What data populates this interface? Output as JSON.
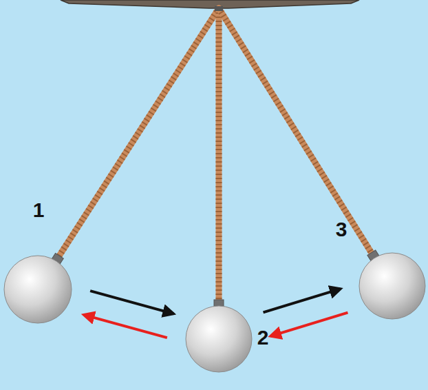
{
  "diagram": {
    "nodes": [
      {
        "text": [
          "1"
        ]
      },
      {
        "text": [
          "2"
        ]
      },
      {
        "text": [
          "3"
        ]
      }
    ],
    "edges": [
      {
        "from": 0,
        "to": 1,
        "arrow": "to"
      },
      {
        "from": 1,
        "to": 2,
        "arrow": "to"
      },
      {
        "from": 2,
        "to": 1,
        "arrow": "to"
      },
      {
        "from": 1,
        "to": 0,
        "arrow": "to"
      }
    ]
  }
}
